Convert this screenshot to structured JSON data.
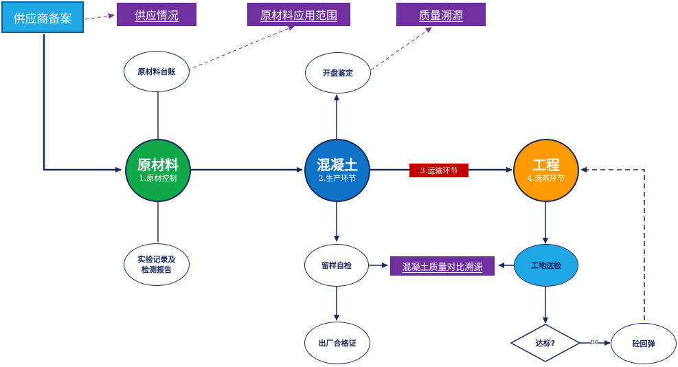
{
  "supplier_box": "供应商备案",
  "tags": {
    "supply": "供应情况",
    "material_scope": "原材料应用范围",
    "quality_trace": "质量溯源",
    "compare_trace": "混凝土质量对比溯源"
  },
  "nodes": {
    "ledger": "原材料台账",
    "opening": "开盘鉴定",
    "lab_record_line1": "实验记录及",
    "lab_record_line2": "检测报告",
    "sample": "留样自检",
    "cert": "出厂合格证",
    "site_check": "工地送检",
    "rebound": "砼回弹",
    "meets": "达标?"
  },
  "main": {
    "raw": {
      "title": "原材料",
      "sub": "1.原材控制",
      "color": "#11a84a"
    },
    "concrete": {
      "title": "混凝土",
      "sub": "2.生产环节",
      "color": "#0e73c6"
    },
    "project": {
      "title": "工程",
      "sub": "4.浇筑环节",
      "color": "#ff9b00"
    }
  },
  "transport_label": "3.运输环节",
  "no_label": "no",
  "colors": {
    "line": "#1b2a5c",
    "tag": "#7030a0",
    "supplier": "#1fa7e6",
    "site_check": "#1fa7e6",
    "transport": "#c00000"
  }
}
